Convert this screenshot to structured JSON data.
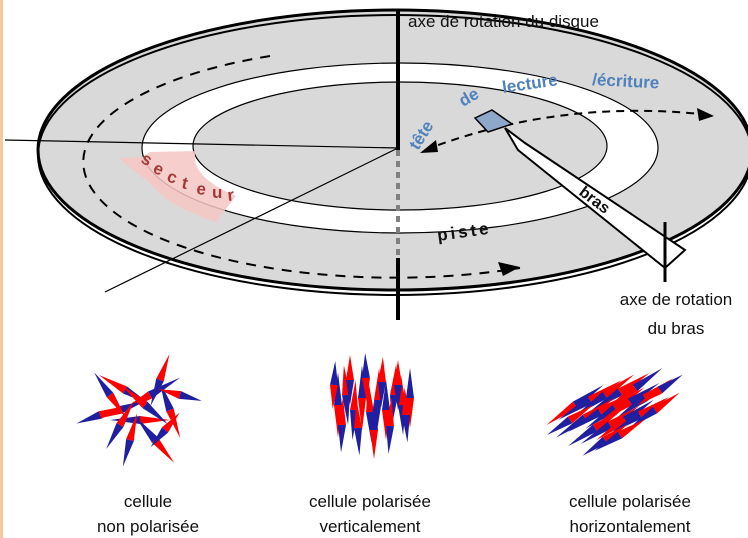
{
  "disk": {
    "axis_label": "axe de rotation du disque",
    "head_label_parts": [
      "tête",
      "de",
      "lecture",
      "/écriture"
    ],
    "sector_label_letters": [
      "s",
      "e",
      "c",
      "t",
      "e",
      "u",
      "r"
    ],
    "track_label": "piste",
    "arm_label": "bras",
    "arm_axis_label_lines": [
      "axe de rotation",
      "du bras"
    ]
  },
  "cells": [
    {
      "caption_lines": [
        "cellule",
        "non polarisée"
      ],
      "orientation": "random"
    },
    {
      "caption_lines": [
        "cellule polarisée",
        "verticalement"
      ],
      "orientation": "vertical"
    },
    {
      "caption_lines": [
        "cellule polarisée",
        "horizontalement"
      ],
      "orientation": "diagonal"
    }
  ],
  "colors": {
    "red": "#ff0000",
    "blue": "#1f1fa0",
    "label_blue": "#4f81bd",
    "sector_red": "#a33a3a",
    "sector_fill": "#f4c7c3",
    "disk_fill": "#d9d9d9",
    "border_left": "#f5c99a"
  }
}
